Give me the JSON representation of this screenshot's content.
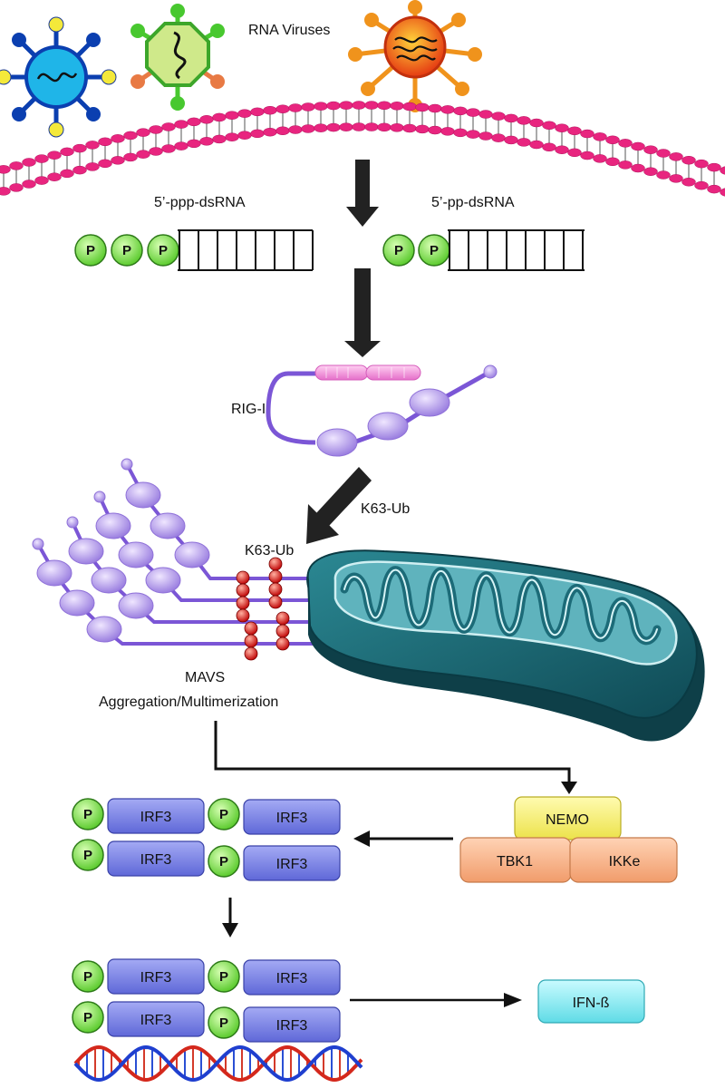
{
  "labels": {
    "rna_viruses": "RNA Viruses",
    "ppp_dsrna": "5’-ppp-dsRNA",
    "pp_dsrna": "5’-pp-dsRNA",
    "rig_i": "RIG-I",
    "k63_ub_arrow": "K63-Ub",
    "k63_ub_chain": "K63-Ub",
    "mavs": "MAVS",
    "aggregation": "Aggregation/Multimerization",
    "nemo": "NEMO",
    "tbk1": "TBK1",
    "ikke": "IKKe",
    "irf3": "IRF3",
    "phosphate": "P",
    "ifn_beta": "IFN-ß"
  },
  "colors": {
    "virus_blue": "#1fb5e8",
    "virus_green": "#a8e24a",
    "virus_red": "#e8421b",
    "membrane": "#e8257f",
    "phosphate": "#7fe04f",
    "rig_i": "#b49aea",
    "rig_i_card": "#ef8ed6",
    "ubiquitin": "#e02020",
    "mitochondrion": "#1c6b78",
    "nemo": "#f5ef72",
    "tbk1": "#f7b48a",
    "irf3": "#7d86e8",
    "ifn_beta": "#7fe8ef",
    "arrow": "#222222"
  }
}
